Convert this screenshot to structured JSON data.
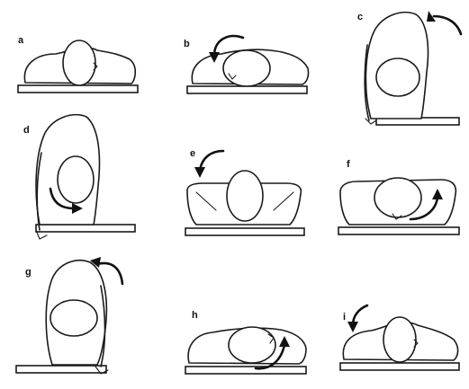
{
  "figure": {
    "panels": [
      {
        "id": "a",
        "label": "a",
        "position": "head-centered"
      },
      {
        "id": "b",
        "label": "b",
        "position": "head-rotated"
      },
      {
        "id": "c",
        "label": "c",
        "position": "body-rolled"
      },
      {
        "id": "d",
        "label": "d",
        "position": "body-rolled"
      },
      {
        "id": "e",
        "label": "e",
        "position": "head-centered"
      },
      {
        "id": "f",
        "label": "f",
        "position": "head-rotated"
      },
      {
        "id": "g",
        "label": "g",
        "position": "body-rolled"
      },
      {
        "id": "h",
        "label": "h",
        "position": "head-rotated"
      },
      {
        "id": "i",
        "label": "i",
        "position": "head-centered"
      }
    ]
  }
}
